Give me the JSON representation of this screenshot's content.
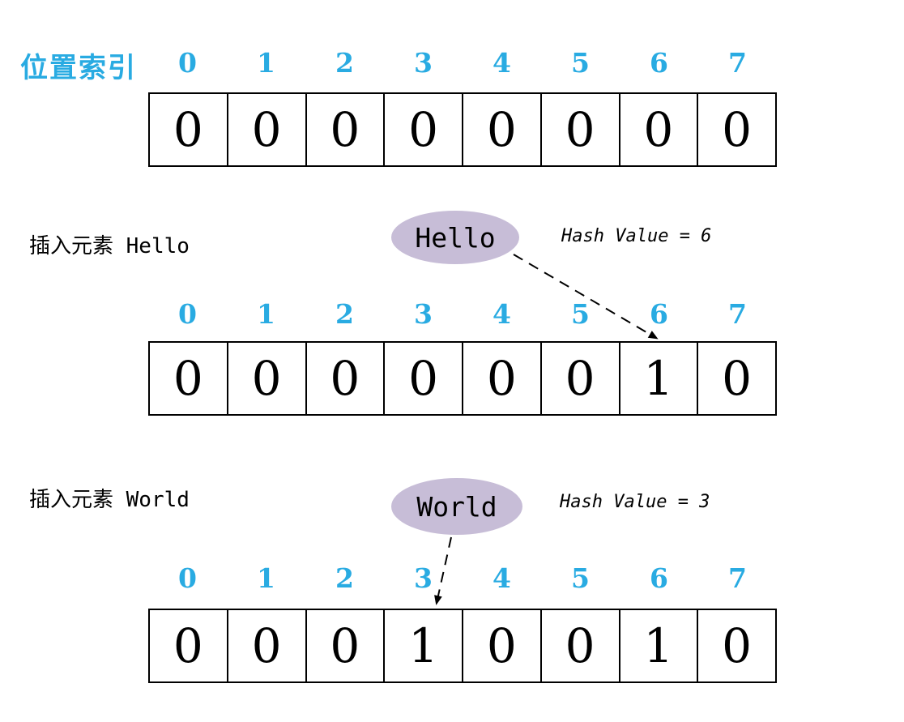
{
  "title_label": "位置索引",
  "indices": [
    "0",
    "1",
    "2",
    "3",
    "4",
    "5",
    "6",
    "7"
  ],
  "colors": {
    "index_text": "#29ABE2",
    "ellipse_fill": "#C7BDD7",
    "cell_border": "#000000",
    "arrow": "#000000",
    "background": "#FFFFFF"
  },
  "sections": [
    {
      "values": [
        "0",
        "0",
        "0",
        "0",
        "0",
        "0",
        "0",
        "0"
      ]
    },
    {
      "label": "插入元素 Hello",
      "element": "Hello",
      "hash_note": "Hash Value = 6",
      "hash_value": 6,
      "values": [
        "0",
        "0",
        "0",
        "0",
        "0",
        "0",
        "1",
        "0"
      ]
    },
    {
      "label": "插入元素 World",
      "element": "World",
      "hash_note": "Hash Value = 3",
      "hash_value": 3,
      "values": [
        "0",
        "0",
        "0",
        "1",
        "0",
        "0",
        "1",
        "0"
      ]
    }
  ]
}
